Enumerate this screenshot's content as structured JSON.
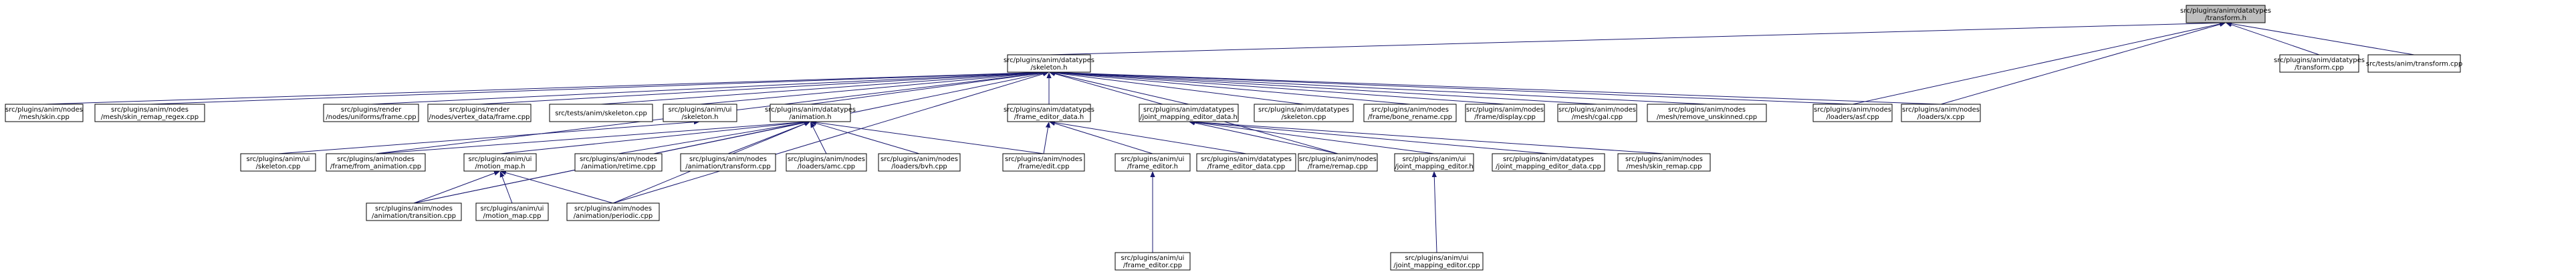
{
  "diagram": {
    "type": "include dependency graph",
    "colors": {
      "edge": "#191970",
      "root_fill": "#bfbfbf",
      "node_fill": "#ffffff",
      "node_stroke": "#000000"
    },
    "nodes": [
      {
        "id": "transform_h",
        "lines": [
          "src/plugins/anim/datatypes",
          "/transform.h"
        ],
        "root": true
      },
      {
        "id": "skeleton_h",
        "lines": [
          "src/plugins/anim/datatypes",
          "/skeleton.h"
        ]
      },
      {
        "id": "dt_transform_cpp",
        "lines": [
          "src/plugins/anim/datatypes",
          "/transform.cpp"
        ]
      },
      {
        "id": "tests_transform_cpp",
        "lines": [
          "src/tests/anim/transform.cpp"
        ]
      },
      {
        "id": "mesh_skin_cpp",
        "lines": [
          "src/plugins/anim/nodes",
          "/mesh/skin.cpp"
        ]
      },
      {
        "id": "mesh_skin_remap_regex_cpp",
        "lines": [
          "src/plugins/anim/nodes",
          "/mesh/skin_remap_regex.cpp"
        ]
      },
      {
        "id": "render_uniforms_frame_cpp",
        "lines": [
          "src/plugins/render",
          "/nodes/uniforms/frame.cpp"
        ]
      },
      {
        "id": "render_vertex_data_frame_cpp",
        "lines": [
          "src/plugins/render",
          "/nodes/vertex_data/frame.cpp"
        ]
      },
      {
        "id": "tests_skeleton_cpp",
        "lines": [
          "src/tests/anim/skeleton.cpp"
        ]
      },
      {
        "id": "ui_skeleton_h",
        "lines": [
          "src/plugins/anim/ui",
          "/skeleton.h"
        ]
      },
      {
        "id": "animation_h",
        "lines": [
          "src/plugins/anim/datatypes",
          "/animation.h"
        ]
      },
      {
        "id": "frame_editor_data_h",
        "lines": [
          "src/plugins/anim/datatypes",
          "/frame_editor_data.h"
        ]
      },
      {
        "id": "joint_mapping_editor_data_h",
        "lines": [
          "src/plugins/anim/datatypes",
          "/joint_mapping_editor_data.h"
        ]
      },
      {
        "id": "dt_skeleton_cpp",
        "lines": [
          "src/plugins/anim/datatypes",
          "/skeleton.cpp"
        ]
      },
      {
        "id": "frame_bone_rename_cpp",
        "lines": [
          "src/plugins/anim/nodes",
          "/frame/bone_rename.cpp"
        ]
      },
      {
        "id": "frame_display_cpp",
        "lines": [
          "src/plugins/anim/nodes",
          "/frame/display.cpp"
        ]
      },
      {
        "id": "mesh_cgal_cpp",
        "lines": [
          "src/plugins/anim/nodes",
          "/mesh/cgal.cpp"
        ]
      },
      {
        "id": "mesh_remove_unskinned_cpp",
        "lines": [
          "src/plugins/anim/nodes",
          "/mesh/remove_unskinned.cpp"
        ]
      },
      {
        "id": "loaders_asf_cpp",
        "lines": [
          "src/plugins/anim/nodes",
          "/loaders/asf.cpp"
        ]
      },
      {
        "id": "loaders_x_cpp",
        "lines": [
          "src/plugins/anim/nodes",
          "/loaders/x.cpp"
        ]
      },
      {
        "id": "ui_skeleton_cpp",
        "lines": [
          "src/plugins/anim/ui",
          "/skeleton.cpp"
        ]
      },
      {
        "id": "frame_from_animation_cpp",
        "lines": [
          "src/plugins/anim/nodes",
          "/frame/from_animation.cpp"
        ]
      },
      {
        "id": "motion_map_h",
        "lines": [
          "src/plugins/anim/ui",
          "/motion_map.h"
        ]
      },
      {
        "id": "animation_retime_cpp",
        "lines": [
          "src/plugins/anim/nodes",
          "/animation/retime.cpp"
        ]
      },
      {
        "id": "animation_transform_cpp",
        "lines": [
          "src/plugins/anim/nodes",
          "/animation/transform.cpp"
        ]
      },
      {
        "id": "loaders_amc_cpp",
        "lines": [
          "src/plugins/anim/nodes",
          "/loaders/amc.cpp"
        ]
      },
      {
        "id": "loaders_bvh_cpp",
        "lines": [
          "src/plugins/anim/nodes",
          "/loaders/bvh.cpp"
        ]
      },
      {
        "id": "frame_edit_cpp",
        "lines": [
          "src/plugins/anim/nodes",
          "/frame/edit.cpp"
        ]
      },
      {
        "id": "frame_editor_h",
        "lines": [
          "src/plugins/anim/ui",
          "/frame_editor.h"
        ]
      },
      {
        "id": "dt_frame_editor_data_cpp",
        "lines": [
          "src/plugins/anim/datatypes",
          "/frame_editor_data.cpp"
        ]
      },
      {
        "id": "frame_remap_cpp",
        "lines": [
          "src/plugins/anim/nodes",
          "/frame/remap.cpp"
        ]
      },
      {
        "id": "joint_mapping_editor_h",
        "lines": [
          "src/plugins/anim/ui",
          "/joint_mapping_editor.h"
        ]
      },
      {
        "id": "dt_joint_mapping_editor_data_cpp",
        "lines": [
          "src/plugins/anim/datatypes",
          "/joint_mapping_editor_data.cpp"
        ]
      },
      {
        "id": "mesh_skin_remap_cpp",
        "lines": [
          "src/plugins/anim/nodes",
          "/mesh/skin_remap.cpp"
        ]
      },
      {
        "id": "animation_transition_cpp",
        "lines": [
          "src/plugins/anim/nodes",
          "/animation/transition.cpp"
        ]
      },
      {
        "id": "ui_motion_map_cpp",
        "lines": [
          "src/plugins/anim/ui",
          "/motion_map.cpp"
        ]
      },
      {
        "id": "animation_periodic_cpp",
        "lines": [
          "src/plugins/anim/nodes",
          "/animation/periodic.cpp"
        ]
      },
      {
        "id": "ui_frame_editor_cpp",
        "lines": [
          "src/plugins/anim/ui",
          "/frame_editor.cpp"
        ]
      },
      {
        "id": "ui_joint_mapping_editor_cpp",
        "lines": [
          "src/plugins/anim/ui",
          "/joint_mapping_editor.cpp"
        ]
      }
    ],
    "edges": [
      [
        "transform_h",
        "skeleton_h"
      ],
      [
        "transform_h",
        "dt_transform_cpp"
      ],
      [
        "transform_h",
        "tests_transform_cpp"
      ],
      [
        "transform_h",
        "loaders_asf_cpp"
      ],
      [
        "transform_h",
        "loaders_x_cpp"
      ],
      [
        "skeleton_h",
        "mesh_skin_cpp"
      ],
      [
        "skeleton_h",
        "mesh_skin_remap_regex_cpp"
      ],
      [
        "skeleton_h",
        "render_uniforms_frame_cpp"
      ],
      [
        "skeleton_h",
        "render_vertex_data_frame_cpp"
      ],
      [
        "skeleton_h",
        "tests_skeleton_cpp"
      ],
      [
        "skeleton_h",
        "ui_skeleton_h"
      ],
      [
        "skeleton_h",
        "animation_h"
      ],
      [
        "skeleton_h",
        "frame_editor_data_h"
      ],
      [
        "skeleton_h",
        "joint_mapping_editor_data_h"
      ],
      [
        "skeleton_h",
        "dt_skeleton_cpp"
      ],
      [
        "skeleton_h",
        "frame_bone_rename_cpp"
      ],
      [
        "skeleton_h",
        "frame_display_cpp"
      ],
      [
        "skeleton_h",
        "mesh_cgal_cpp"
      ],
      [
        "skeleton_h",
        "mesh_remove_unskinned_cpp"
      ],
      [
        "skeleton_h",
        "loaders_asf_cpp"
      ],
      [
        "skeleton_h",
        "loaders_x_cpp"
      ],
      [
        "skeleton_h",
        "frame_from_animation_cpp"
      ],
      [
        "skeleton_h",
        "animation_transition_cpp"
      ],
      [
        "skeleton_h",
        "animation_periodic_cpp"
      ],
      [
        "skeleton_h",
        "frame_remap_cpp"
      ],
      [
        "ui_skeleton_h",
        "ui_skeleton_cpp"
      ],
      [
        "animation_h",
        "frame_from_animation_cpp"
      ],
      [
        "animation_h",
        "motion_map_h"
      ],
      [
        "animation_h",
        "animation_retime_cpp"
      ],
      [
        "animation_h",
        "animation_transform_cpp"
      ],
      [
        "animation_h",
        "loaders_amc_cpp"
      ],
      [
        "animation_h",
        "loaders_bvh_cpp"
      ],
      [
        "animation_h",
        "frame_edit_cpp"
      ],
      [
        "animation_h",
        "animation_transition_cpp"
      ],
      [
        "animation_h",
        "animation_periodic_cpp"
      ],
      [
        "frame_editor_data_h",
        "frame_edit_cpp"
      ],
      [
        "frame_editor_data_h",
        "frame_editor_h"
      ],
      [
        "frame_editor_data_h",
        "dt_frame_editor_data_cpp"
      ],
      [
        "joint_mapping_editor_data_h",
        "frame_remap_cpp"
      ],
      [
        "joint_mapping_editor_data_h",
        "joint_mapping_editor_h"
      ],
      [
        "joint_mapping_editor_data_h",
        "dt_joint_mapping_editor_data_cpp"
      ],
      [
        "joint_mapping_editor_data_h",
        "mesh_skin_remap_cpp"
      ],
      [
        "motion_map_h",
        "animation_transition_cpp"
      ],
      [
        "motion_map_h",
        "ui_motion_map_cpp"
      ],
      [
        "motion_map_h",
        "animation_periodic_cpp"
      ],
      [
        "frame_editor_h",
        "ui_frame_editor_cpp"
      ],
      [
        "joint_mapping_editor_h",
        "ui_joint_mapping_editor_cpp"
      ]
    ]
  }
}
